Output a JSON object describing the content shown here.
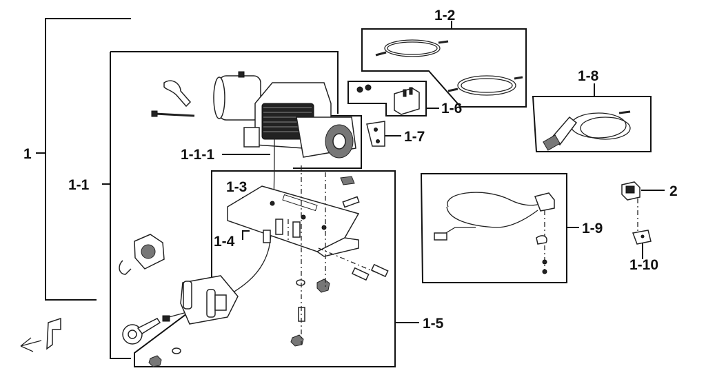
{
  "labels": {
    "l_1": "1",
    "l_1_1": "1-1",
    "l_1_1_1": "1-1-1",
    "l_1_2": "1-2",
    "l_1_3": "1-3",
    "l_1_4": "1-4",
    "l_1_5": "1-5",
    "l_1_6": "1-6",
    "l_1_7": "1-7",
    "l_1_8": "1-8",
    "l_1_9": "1-9",
    "l_1_10": "1-10",
    "l_2": "2"
  }
}
